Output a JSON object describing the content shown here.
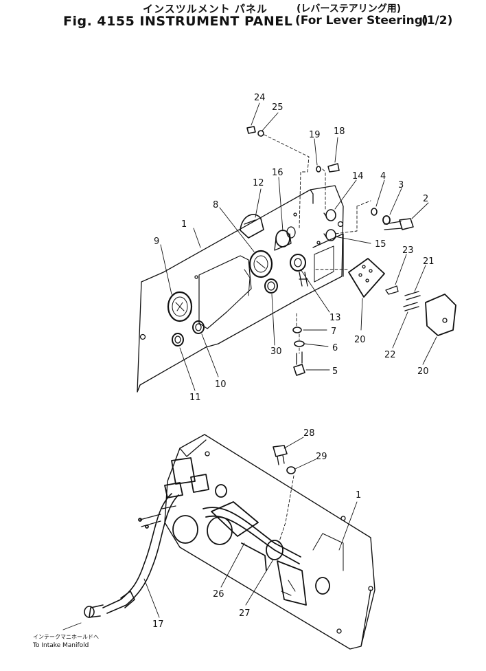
{
  "header": {
    "title_jp": "インスツルメント パネル",
    "subtitle_jp": "(レバーステアリング用)",
    "title_en": "Fig. 4155 INSTRUMENT PANEL",
    "subtitle_en": "(For Lever Steering)",
    "page": "(1/2)"
  },
  "callouts": {
    "c1": "1",
    "c2": "2",
    "c3": "3",
    "c4": "4",
    "c5": "5",
    "c6": "6",
    "c7": "7",
    "c8": "8",
    "c9": "9",
    "c10": "10",
    "c11": "11",
    "c12": "12",
    "c13": "13",
    "c14": "14",
    "c15": "15",
    "c16": "16",
    "c17": "17",
    "c18": "18",
    "c19": "19",
    "c20a": "20",
    "c20b": "20",
    "c21": "21",
    "c22": "22",
    "c23": "23",
    "c24": "24",
    "c25": "25",
    "c26": "26",
    "c27": "27",
    "c28": "28",
    "c29": "29",
    "c30": "30",
    "c1b": "1"
  },
  "note": {
    "jp": "インテークマニホールドへ",
    "en": "To Intake Manifold"
  }
}
